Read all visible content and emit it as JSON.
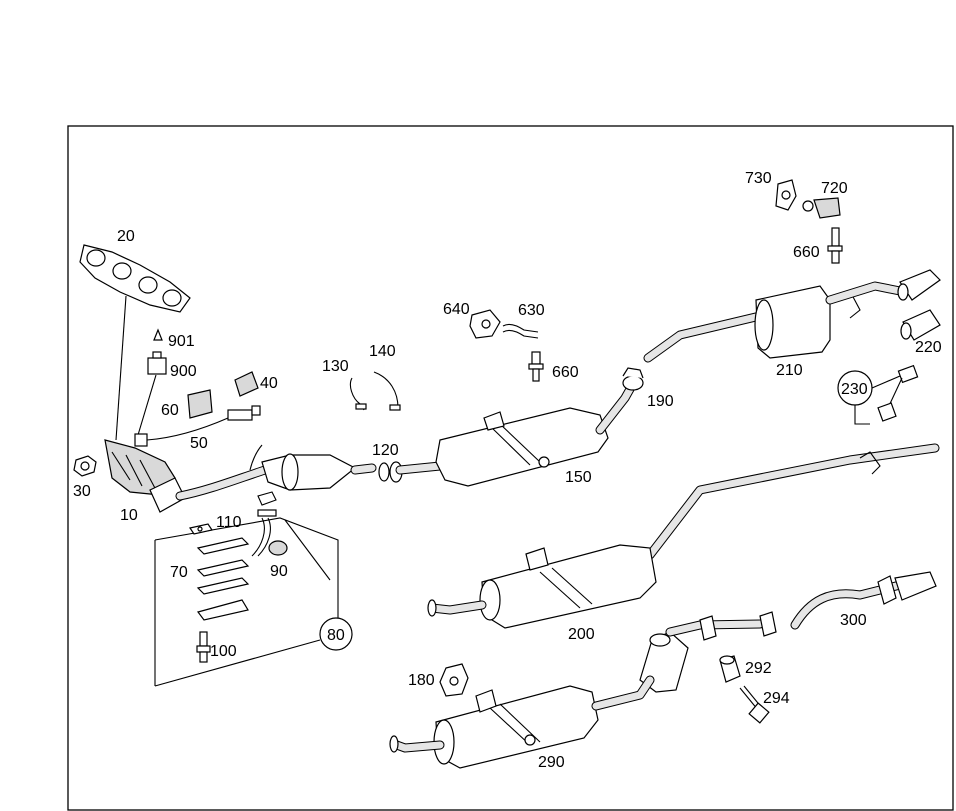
{
  "diagram": {
    "parts": [
      {
        "id": "p20",
        "label": "20"
      },
      {
        "id": "p901",
        "label": "901"
      },
      {
        "id": "p900",
        "label": "900"
      },
      {
        "id": "p40",
        "label": "40"
      },
      {
        "id": "p60",
        "label": "60"
      },
      {
        "id": "p50",
        "label": "50"
      },
      {
        "id": "p30",
        "label": "30"
      },
      {
        "id": "p10",
        "label": "10"
      },
      {
        "id": "p110",
        "label": "110"
      },
      {
        "id": "p70",
        "label": "70"
      },
      {
        "id": "p90",
        "label": "90"
      },
      {
        "id": "p100",
        "label": "100"
      },
      {
        "id": "p80",
        "label": "80"
      },
      {
        "id": "p130",
        "label": "130"
      },
      {
        "id": "p140",
        "label": "140"
      },
      {
        "id": "p120",
        "label": "120"
      },
      {
        "id": "p150",
        "label": "150"
      },
      {
        "id": "p640",
        "label": "640"
      },
      {
        "id": "p630",
        "label": "630"
      },
      {
        "id": "p660a",
        "label": "660"
      },
      {
        "id": "p190",
        "label": "190"
      },
      {
        "id": "p730",
        "label": "730"
      },
      {
        "id": "p720",
        "label": "720"
      },
      {
        "id": "p660b",
        "label": "660"
      },
      {
        "id": "p210",
        "label": "210"
      },
      {
        "id": "p220",
        "label": "220"
      },
      {
        "id": "p230",
        "label": "230"
      },
      {
        "id": "p200",
        "label": "200"
      },
      {
        "id": "p300",
        "label": "300"
      },
      {
        "id": "p292",
        "label": "292"
      },
      {
        "id": "p294",
        "label": "294"
      },
      {
        "id": "p180",
        "label": "180"
      },
      {
        "id": "p290",
        "label": "290"
      }
    ]
  }
}
